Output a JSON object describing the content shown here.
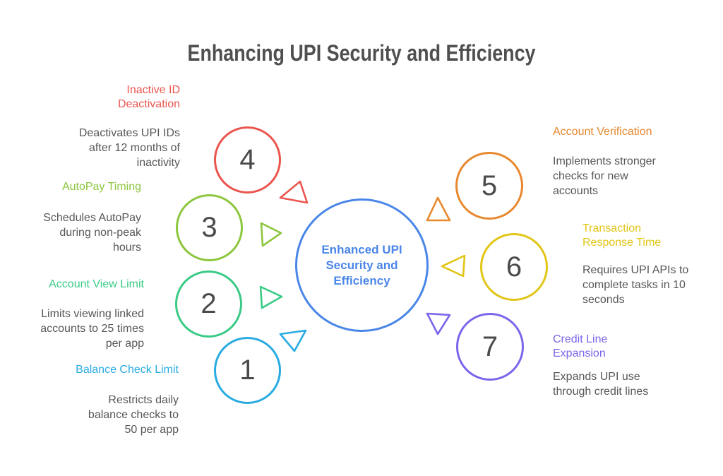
{
  "title": "Enhancing UPI Security and Efficiency",
  "center": {
    "label": "Enhanced UPI Security and Efficiency",
    "accent_color": "#4a86e8"
  },
  "items": [
    {
      "number": "1",
      "label": "Balance Check Limit",
      "description": "Restricts daily balance checks to 50 per app",
      "color": "#29abe2",
      "side": "left"
    },
    {
      "number": "2",
      "label": "Account View Limit",
      "description": "Limits viewing linked accounts to 25 times per app",
      "color": "#3acb86",
      "side": "left"
    },
    {
      "number": "3",
      "label": "AutoPay Timing",
      "description": "Schedules AutoPay during non-peak hours",
      "color": "#8dc63f",
      "side": "left"
    },
    {
      "number": "4",
      "label": "Inactive ID Deactivation",
      "description": "Deactivates UPI IDs after 12 months of inactivity",
      "color": "#ea564e",
      "side": "left"
    },
    {
      "number": "5",
      "label": "Account Verification",
      "description": "Implements stronger checks for new accounts",
      "color": "#e8882e",
      "side": "right"
    },
    {
      "number": "6",
      "label": "Transaction Response Time",
      "description": "Requires UPI APIs to complete tasks in 10 seconds",
      "color": "#e2c516",
      "side": "right"
    },
    {
      "number": "7",
      "label": "Credit Line Expansion",
      "description": "Expands UPI use through credit lines",
      "color": "#7d64ea",
      "side": "right"
    }
  ],
  "colors": {
    "title_text": "#4f4f4f",
    "body_text": "#575757",
    "number_text": "#4a4a4a"
  }
}
